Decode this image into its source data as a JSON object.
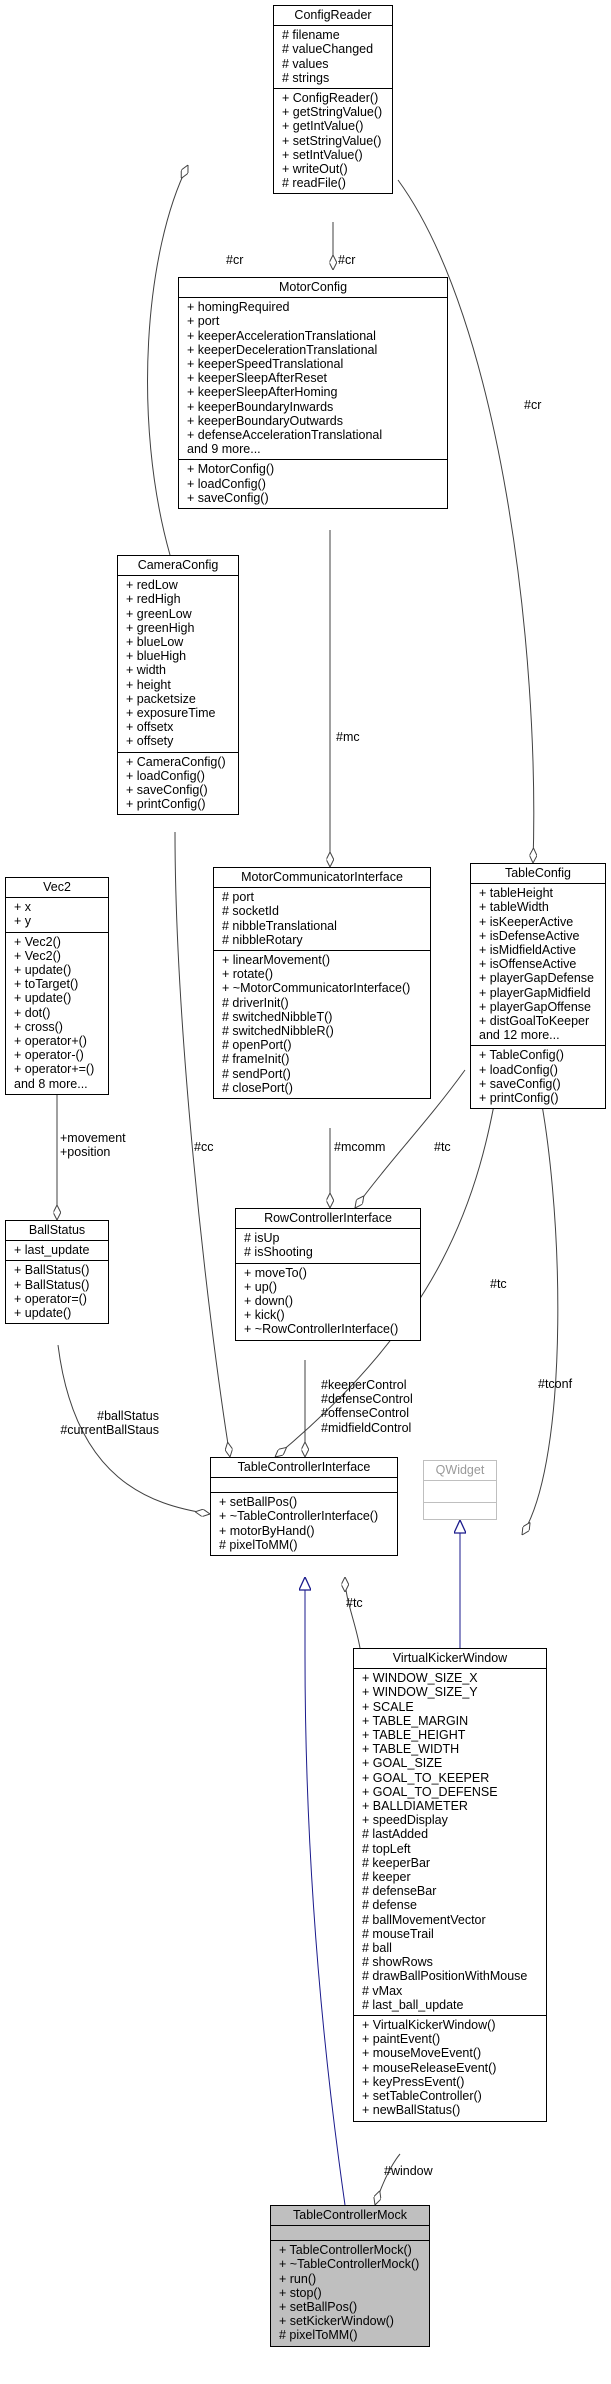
{
  "classes": {
    "ConfigReader": {
      "name": "ConfigReader",
      "attributes": [
        "# filename",
        "# valueChanged",
        "# values",
        "# strings"
      ],
      "methods": [
        "+ ConfigReader()",
        "+ getStringValue()",
        "+ getIntValue()",
        "+ setStringValue()",
        "+ setIntValue()",
        "+ writeOut()",
        "# readFile()"
      ]
    },
    "MotorConfig": {
      "name": "MotorConfig",
      "attributes": [
        "+ homingRequired",
        "+ port",
        "+ keeperAccelerationTranslational",
        "+ keeperDecelerationTranslational",
        "+ keeperSpeedTranslational",
        "+ keeperSleepAfterReset",
        "+ keeperSleepAfterHoming",
        "+ keeperBoundaryInwards",
        "+ keeperBoundaryOutwards",
        "+ defenseAccelerationTranslational",
        "and 9 more..."
      ],
      "methods": [
        "+ MotorConfig()",
        "+ loadConfig()",
        "+ saveConfig()"
      ]
    },
    "CameraConfig": {
      "name": "CameraConfig",
      "attributes": [
        "+ redLow",
        "+ redHigh",
        "+ greenLow",
        "+ greenHigh",
        "+ blueLow",
        "+ blueHigh",
        "+ width",
        "+ height",
        "+ packetsize",
        "+ exposureTime",
        "+ offsetx",
        "+ offsety"
      ],
      "methods": [
        "+ CameraConfig()",
        "+ loadConfig()",
        "+ saveConfig()",
        "+ printConfig()"
      ]
    },
    "Vec2": {
      "name": "Vec2",
      "attributes": [
        "+ x",
        "+ y"
      ],
      "methods": [
        "+ Vec2()",
        "+ Vec2()",
        "+ update()",
        "+ toTarget()",
        "+ update()",
        "+ dot()",
        "+ cross()",
        "+ operator+()",
        "+ operator-()",
        "+ operator+=()",
        "and 8 more..."
      ]
    },
    "MotorCommunicatorInterface": {
      "name": "MotorCommunicatorInterface",
      "attributes": [
        "# port",
        "# socketId",
        "# nibbleTranslational",
        "# nibbleRotary"
      ],
      "methods": [
        "+ linearMovement()",
        "+ rotate()",
        "+ ~MotorCommunicatorInterface()",
        "# driverInit()",
        "# switchedNibbleT()",
        "# switchedNibbleR()",
        "# openPort()",
        "# frameInit()",
        "# sendPort()",
        "# closePort()"
      ]
    },
    "TableConfig": {
      "name": "TableConfig",
      "attributes": [
        "+ tableHeight",
        "+ tableWidth",
        "+ isKeeperActive",
        "+ isDefenseActive",
        "+ isMidfieldActive",
        "+ isOffenseActive",
        "+ playerGapDefense",
        "+ playerGapMidfield",
        "+ playerGapOffense",
        "+ distGoalToKeeper",
        "and 12 more..."
      ],
      "methods": [
        "+ TableConfig()",
        "+ loadConfig()",
        "+ saveConfig()",
        "+ printConfig()"
      ]
    },
    "BallStatus": {
      "name": "BallStatus",
      "attributes": [
        "+ last_update"
      ],
      "methods": [
        "+ BallStatus()",
        "+ BallStatus()",
        "+ operator=()",
        "+ update()"
      ]
    },
    "RowControllerInterface": {
      "name": "RowControllerInterface",
      "attributes": [
        "# isUp",
        "# isShooting"
      ],
      "methods": [
        "+ moveTo()",
        "+ up()",
        "+ down()",
        "+ kick()",
        "+ ~RowControllerInterface()"
      ]
    },
    "TableControllerInterface": {
      "name": "TableControllerInterface",
      "attributes": [],
      "methods": [
        "+ setBallPos()",
        "+ ~TableControllerInterface()",
        "+ motorByHand()",
        "# pixelToMM()"
      ]
    },
    "QWidget": {
      "name": "QWidget",
      "attributes": [],
      "methods": []
    },
    "VirtualKickerWindow": {
      "name": "VirtualKickerWindow",
      "attributes": [
        "+ WINDOW_SIZE_X",
        "+ WINDOW_SIZE_Y",
        "+ SCALE",
        "+ TABLE_MARGIN",
        "+ TABLE_HEIGHT",
        "+ TABLE_WIDTH",
        "+ GOAL_SIZE",
        "+ GOAL_TO_KEEPER",
        "+ GOAL_TO_DEFENSE",
        "+ BALLDIAMETER",
        "+ speedDisplay",
        "# lastAdded",
        "# topLeft",
        "# keeperBar",
        "# keeper",
        "# defenseBar",
        "# defense",
        "# ballMovementVector",
        "# mouseTrail",
        "# ball",
        "# showRows",
        "# drawBallPositionWithMouse",
        "# vMax",
        "# last_ball_update"
      ],
      "methods": [
        "+ VirtualKickerWindow()",
        "+ paintEvent()",
        "+ mouseMoveEvent()",
        "+ mouseReleaseEvent()",
        "+ keyPressEvent()",
        "+ setTableController()",
        "+ newBallStatus()"
      ]
    },
    "TableControllerMock": {
      "name": "TableControllerMock",
      "attributes": [],
      "methods": [
        "+ TableControllerMock()",
        "+ ~TableControllerMock()",
        "+ run()",
        "+ stop()",
        "+ setBallPos()",
        "+ setKickerWindow()",
        "# pixelToMM()"
      ]
    }
  },
  "edge_labels": {
    "cr_camera": "#cr",
    "cr_motor": "#cr",
    "cr_table": "#cr",
    "mc": "#mc",
    "cc": "#cc",
    "mcomm": "#mcomm",
    "tc_row": "#tc",
    "tc_interface": "#tc",
    "tc_window": "#tc",
    "movement": [
      "+movement",
      "+position"
    ],
    "ballstatus": [
      "#ballStatus",
      "#currentBallStaus"
    ],
    "controls": [
      "#keeperControl",
      "#defenseControl",
      "#offenseControl",
      "#midfieldControl"
    ],
    "tconf": "#tconf",
    "window": "#window"
  },
  "colors": {
    "line": "#404040",
    "inheritance": "#1a1a8c",
    "highlight_fill": "#bfbfbf",
    "ghost_border": "#bfbfbf"
  }
}
